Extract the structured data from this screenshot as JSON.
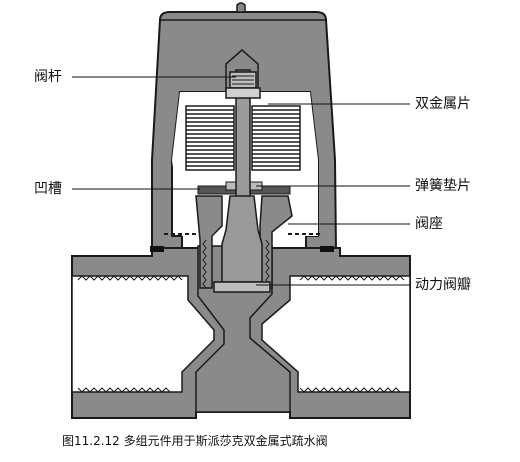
{
  "labels": {
    "valve_stem": "阀杆",
    "groove": "凹槽",
    "bimetal_sheet": "双金属片",
    "spring_washer": "弹簧垫片",
    "valve_seat": "阀座",
    "valve_disc": "动力阀瓣"
  },
  "caption": "图11.2.12 多组元件用于斯派莎克双金属式疏水阀",
  "colors": {
    "body_fill": "#8a8a8a",
    "outline": "#1a1a1a",
    "interior": "#ffffff",
    "stem_fill": "#9a9a9a",
    "plates_fill": "#ffffff"
  }
}
